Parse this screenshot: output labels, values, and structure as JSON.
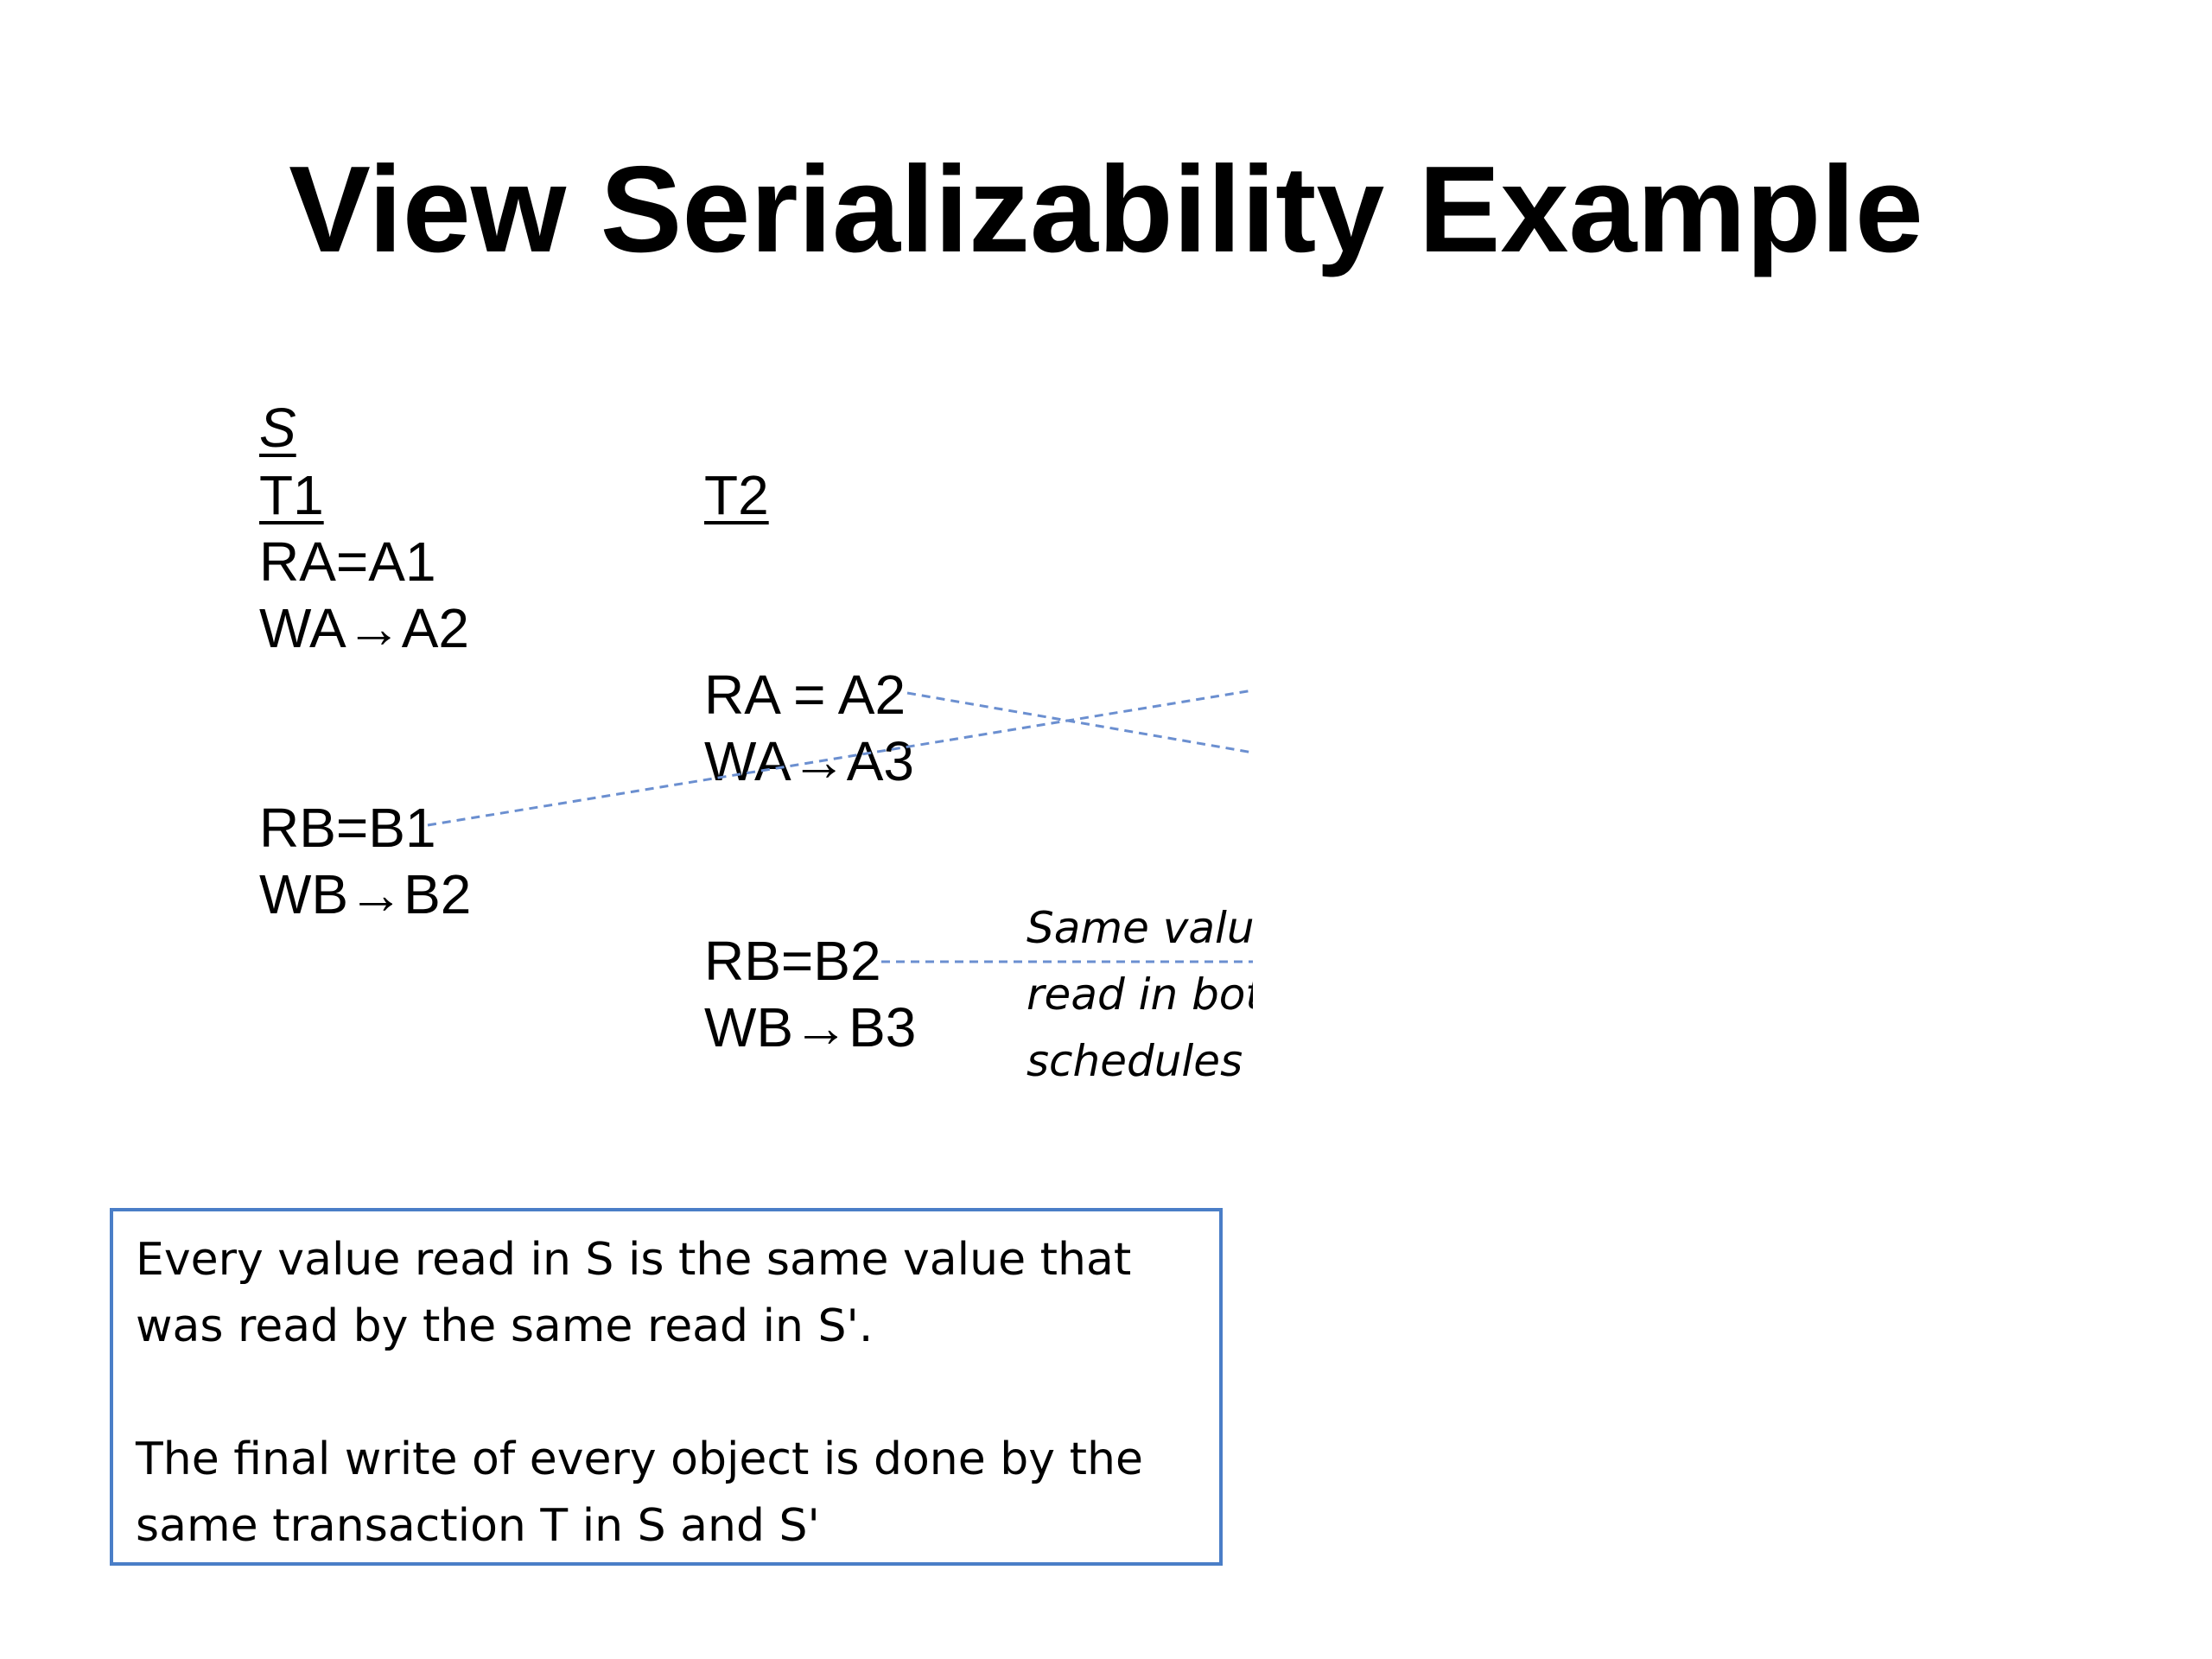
{
  "slide": {
    "title": "View Serializability Example"
  },
  "schedule": {
    "name": "S",
    "t1_header": "T1",
    "t2_header": "T2",
    "t1_ops": {
      "ra": "RA=A1",
      "wa": "WA→A2",
      "rb": "RB=B1",
      "wb": "WB→B2"
    },
    "t2_ops": {
      "ra": "RA = A2",
      "wa": "WA→A3",
      "rb": "RB=B2",
      "wb": "WB→B3"
    }
  },
  "note": {
    "line1": "Same values",
    "line2": "read in both",
    "line3": "schedules"
  },
  "info_box": {
    "rule1": "Every value read in S is the same value that was read by the same read in S'.",
    "rule2": "The final write of every object is done by the same transaction T in S and S'"
  },
  "colors": {
    "link_line": "#6b8fd0",
    "box_border": "#4a7ec7"
  }
}
